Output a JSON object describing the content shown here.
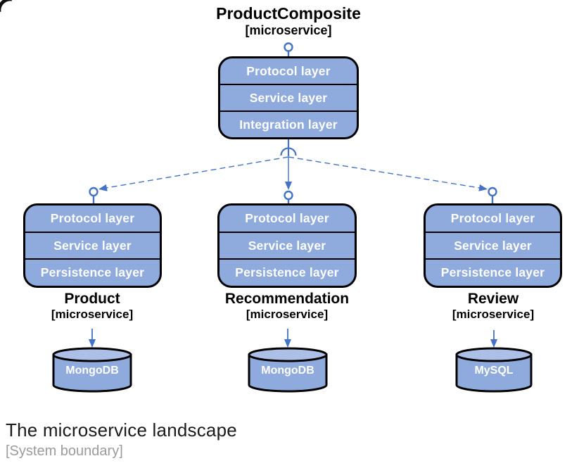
{
  "composite": {
    "name": "ProductComposite",
    "stereotype": "[microservice]",
    "layers": [
      "Protocol layer",
      "Service layer",
      "Integration layer"
    ]
  },
  "services": [
    {
      "name": "Product",
      "stereotype": "[microservice]",
      "layers": [
        "Protocol layer",
        "Service layer",
        "Persistence layer"
      ],
      "database": "MongoDB"
    },
    {
      "name": "Recommendation",
      "stereotype": "[microservice]",
      "layers": [
        "Protocol layer",
        "Service layer",
        "Persistence layer"
      ],
      "database": "MongoDB"
    },
    {
      "name": "Review",
      "stereotype": "[microservice]",
      "layers": [
        "Protocol layer",
        "Service layer",
        "Persistence layer"
      ],
      "database": "MySQL"
    }
  ],
  "caption": {
    "title": "The microservice landscape",
    "subtitle": "[System boundary]"
  },
  "colors": {
    "node_fill": "#8FAADC",
    "cylinder_top_fill": "#ACBFE6",
    "node_border": "#000000",
    "connector_blue": "#4472C4",
    "layer_text": "#FFFFFF",
    "caption_subtitle_gray": "#9B9B9B"
  }
}
